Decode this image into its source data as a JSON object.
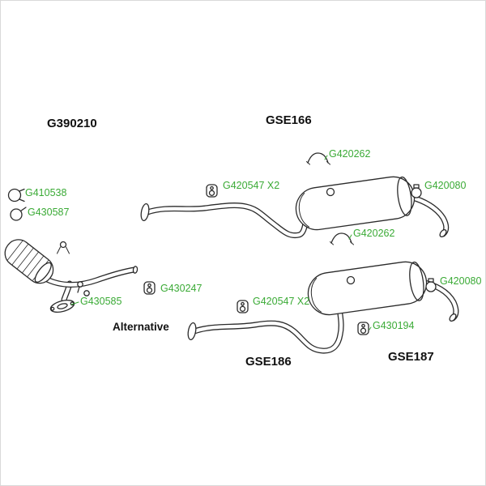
{
  "colors": {
    "part_label_green": "#3aaa35",
    "heading_black": "#111111",
    "line_dark": "#2b2b2b",
    "background": "#ffffff"
  },
  "headings": {
    "group_left": "G390210",
    "system_top": "GSE166",
    "alternative_note": "Alternative",
    "system_bottom_front": "GSE186",
    "system_bottom_rear": "GSE187"
  },
  "parts": [
    {
      "id": "G410538",
      "label": "G410538",
      "icon": "clamp-icon"
    },
    {
      "id": "G430587",
      "label": "G430587",
      "icon": "clamp-icon"
    },
    {
      "id": "G420262-top",
      "label": "G420262",
      "icon": "bracket-icon"
    },
    {
      "id": "G420547-top",
      "label": "G420547 X2",
      "icon": "hanger-icon"
    },
    {
      "id": "G420080-top",
      "label": "G420080",
      "icon": "clamp-icon"
    },
    {
      "id": "G420262-mid",
      "label": "G420262",
      "icon": "bracket-icon"
    },
    {
      "id": "G430247",
      "label": "G430247",
      "icon": "hanger-icon"
    },
    {
      "id": "G420080-bottom",
      "label": "G420080",
      "icon": "clamp-icon"
    },
    {
      "id": "G430585",
      "label": "G430585",
      "icon": "gasket-icon"
    },
    {
      "id": "G420547-bottom",
      "label": "G420547 X2",
      "icon": "hanger-icon"
    },
    {
      "id": "G430194",
      "label": "G430194",
      "icon": "hanger-icon"
    }
  ]
}
